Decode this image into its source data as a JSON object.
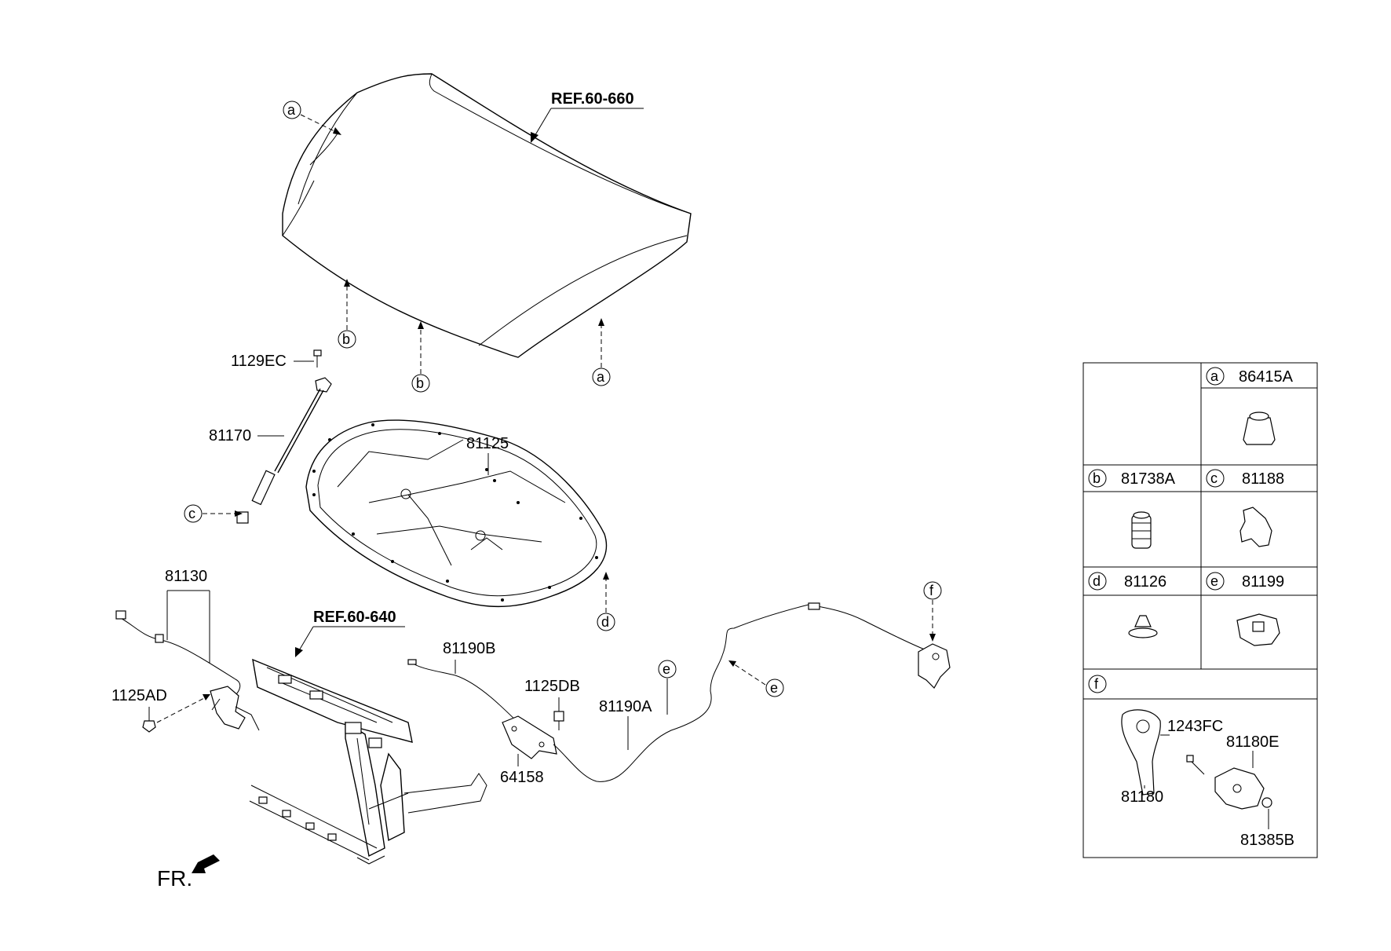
{
  "refs": {
    "hood": "REF.60-660",
    "carrier": "REF.60-640"
  },
  "front_label": "FR.",
  "parts": {
    "hinge_bolt": "1129EC",
    "lift_support": "81170",
    "insulator": "81125",
    "latch": "81130",
    "latch_bolt": "1125AD",
    "cable_b": "81190B",
    "cable_bolt": "1125DB",
    "cable_a": "81190A",
    "bracket": "64158"
  },
  "callouts": {
    "a": "a",
    "b": "b",
    "c": "c",
    "d": "d",
    "e": "e",
    "f": "f"
  },
  "legend": {
    "a_part": "86415A",
    "b_part": "81738A",
    "c_part": "81188",
    "d_part": "81126",
    "e_part": "81199",
    "f_parts": {
      "handle": "81180",
      "bolt": "1243FC",
      "assy": "81180E",
      "nut": "81385B"
    }
  }
}
